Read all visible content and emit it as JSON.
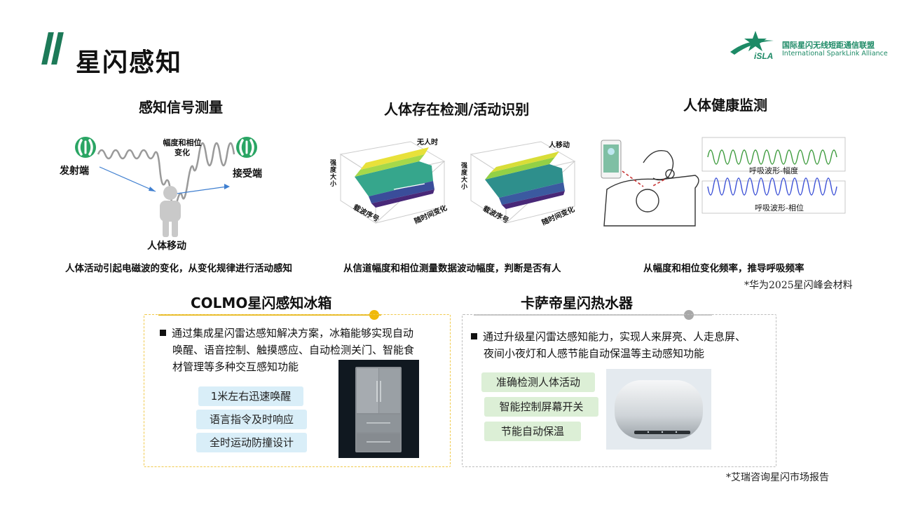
{
  "header": {
    "title": "星闪感知",
    "logo_cn": "国际星闪无线短距通信联盟",
    "logo_en": "International SparkLink Alliance",
    "logo_mark": "iSLA"
  },
  "sections": {
    "sensing": {
      "title": "感知信号测量",
      "transmitter": "发射端",
      "receiver": "接受端",
      "change_label": "幅度和相位变化",
      "person": "人体移动",
      "caption": "人体活动引起电磁波的变化，从变化规律进行活动感知"
    },
    "presence": {
      "title": "人体存在检测/活动识别",
      "plot1_title": "无人时",
      "plot2_title": "人移动",
      "axis_z": "强度大小",
      "axis_x": "载波序号",
      "axis_y": "随时间变化",
      "caption": "从信道幅度和相位测量数据波动幅度，判断是否有人"
    },
    "health": {
      "title": "人体健康监测",
      "wave1_label": "呼吸波形-幅度",
      "wave2_label": "呼吸波形-相位",
      "caption": "从幅度和相位变化频率，推导呼吸频率"
    }
  },
  "note_top": "*华为2025星闪峰会材料",
  "note_bottom": "*艾瑞咨询星闪市场报告",
  "fridge": {
    "title": "COLMO星闪感知冰箱",
    "text": "通过集成星闪雷达感知解决方案，冰箱能够实现自动唤醒、语音控制、触摸感应、自动检测关门、智能食材管理等多种交互感知功能",
    "line1": "通过集成星闪雷达感知解决方案，冰箱能够实现自动",
    "line2": "唤醒、语音控制、触摸感应、自动检测关门、智能食",
    "line3": "材管理等多种交互感知功能",
    "features": [
      "1米左右迅速唤醒",
      "语言指令及时响应",
      "全时运动防撞设计"
    ]
  },
  "heater": {
    "title": "卡萨帝星闪热水器",
    "line1": "通过升级星闪雷达感知能力，实现人来屏亮、人走息屏、",
    "line2": "夜间小夜灯和人感节能自动保温等主动感知功能",
    "features": [
      "准确检测人体活动",
      "智能控制屏幕开关",
      "节能自动保温"
    ]
  },
  "colors": {
    "brand_green": "#1d7a58",
    "accent_yellow": "#f0b90b",
    "gray_dot": "#a8a8a8",
    "pill_blue": "#d9eef8",
    "pill_green": "#dcefd6"
  }
}
